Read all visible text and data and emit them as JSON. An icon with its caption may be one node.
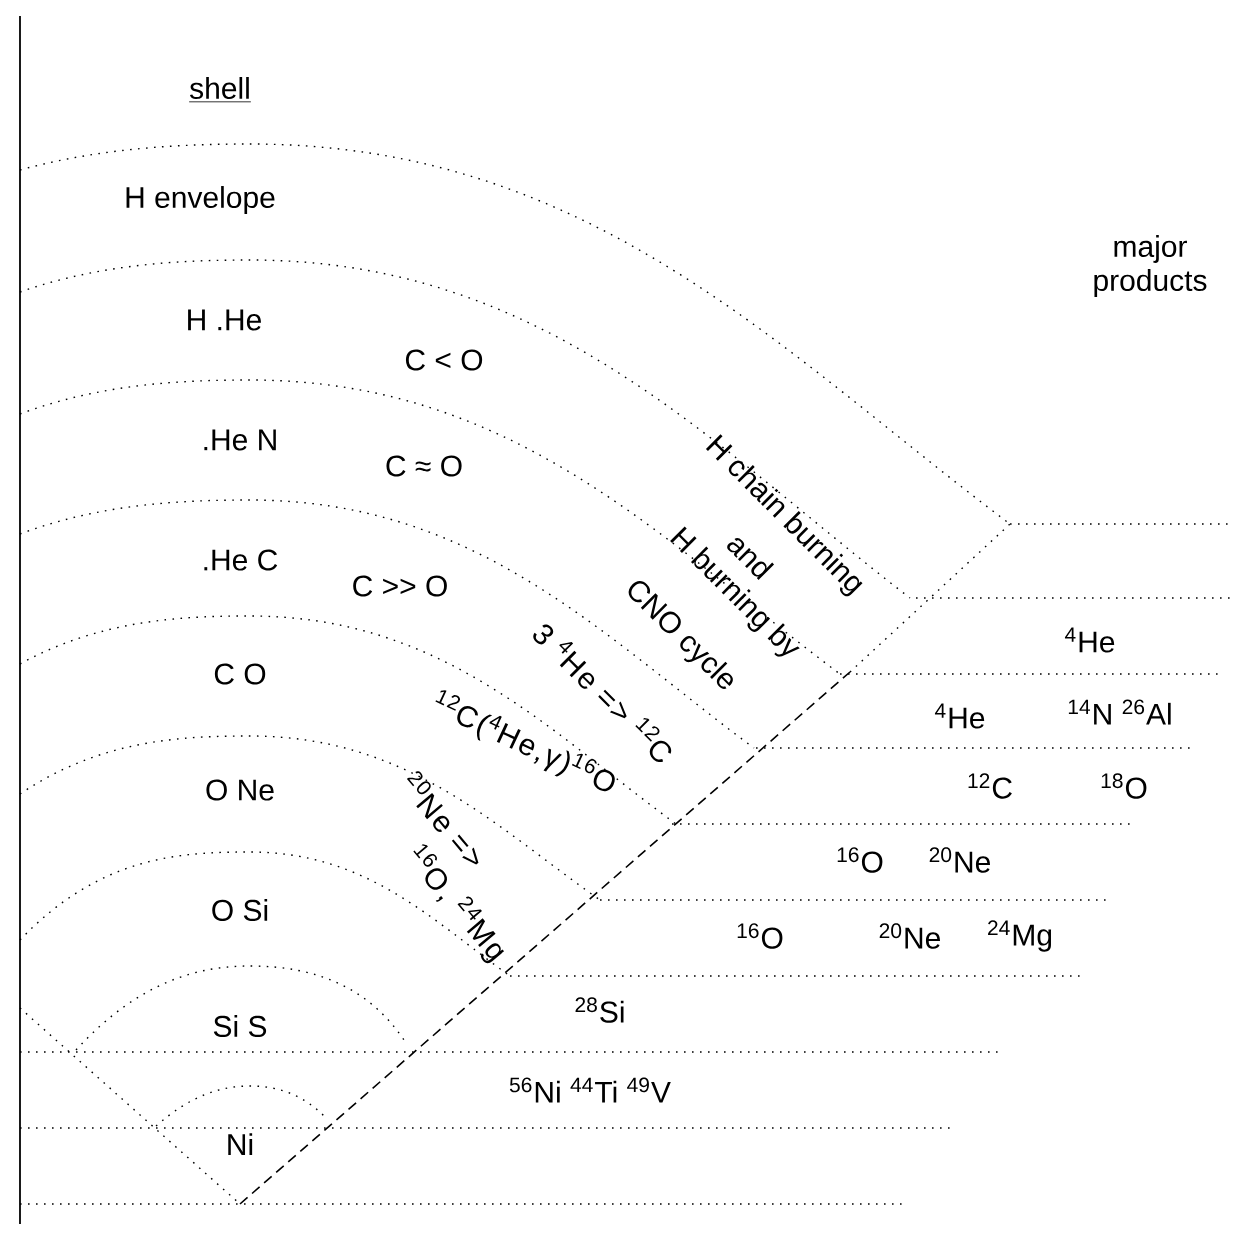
{
  "diagram": {
    "labels": [
      "shell",
      "H envelope",
      "H .He",
      ".He N",
      ".He C",
      "C O",
      "O Ne",
      "O Si",
      "Si S",
      "Ni",
      "C < O",
      "C ≈ O",
      "C >> O",
      "H chain burning",
      "and",
      "H burning by",
      "CNO cycle",
      "3 $^{4}$He => $^{12}$C",
      "$^{12}$C($^{4}$He,γ)$^{16}$O",
      "$^{20}$Ne =>",
      "$^{16}$O, $^{24}$Mg",
      "major products",
      "$^{4}$He",
      "$^{4}$He",
      "$^{14}$N $^{26}$Al",
      "$^{12}$C",
      "$^{18}$O",
      "$^{16}$O",
      "$^{20}$Ne",
      "$^{16}$O",
      "$^{20}$Ne",
      "$^{24}$Mg",
      "$^{28}$Si",
      "$^{56}$Ni $^{44}$Ti $^{49}$V"
    ]
  }
}
